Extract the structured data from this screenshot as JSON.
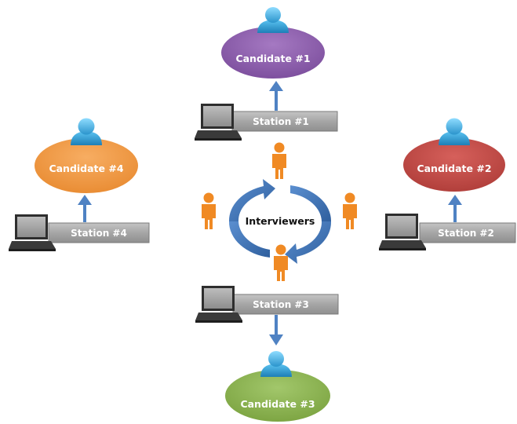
{
  "center": {
    "label": "Interviewers"
  },
  "candidates": [
    {
      "label": "Candidate #1",
      "color": "#8a5aa8",
      "dark": "#5e3a7c"
    },
    {
      "label": "Candidate #2",
      "color": "#c24a46",
      "dark": "#8e2f2c"
    },
    {
      "label": "Candidate #3",
      "color": "#8db452",
      "dark": "#5f8230"
    },
    {
      "label": "Candidate #4",
      "color": "#f39a45",
      "dark": "#c56c1c"
    }
  ],
  "stations": [
    {
      "label": "Station #1"
    },
    {
      "label": "Station #2"
    },
    {
      "label": "Station #3"
    },
    {
      "label": "Station #4"
    }
  ],
  "colors": {
    "arrow": "#4f82c3",
    "cycle_arrow": "#3f6fae",
    "interviewer": "#f08a24",
    "candidate_person": "#3aa6da",
    "station_bar": "#a9a9a9"
  },
  "icons": {
    "interviewer": "person-icon",
    "candidate": "user-avatar-icon",
    "station": "laptop-icon"
  }
}
